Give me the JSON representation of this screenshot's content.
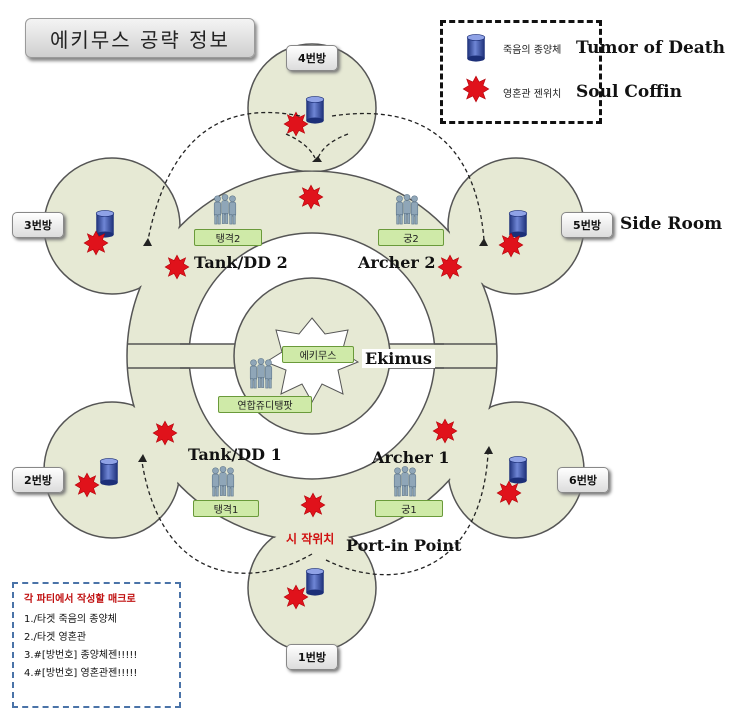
{
  "title": "에키무스 공략 정보",
  "legend": {
    "tumor_ko": "죽음의 종양체",
    "tumor_en": "Tumor of Death",
    "coffin_ko": "영혼관 젠위치",
    "coffin_en": "Soul Coffin"
  },
  "rooms": {
    "room1": "1번방",
    "room2": "2번방",
    "room3": "3번방",
    "room4": "4번방",
    "room5": "5번방",
    "room6": "6번방",
    "side_room": "Side Room"
  },
  "parties": {
    "tank2": "탱격2",
    "archer2": "궁2",
    "tank1": "탱격1",
    "archer1": "궁1",
    "boss": "에키무스",
    "union": "연합쥬디탱팟"
  },
  "labels": {
    "tank_dd2": "Tank/DD 2",
    "archer2": "Archer 2",
    "tank_dd1": "Tank/DD 1",
    "archer1": "Archer 1",
    "ekimus": "Ekimus",
    "start_ko": "시 작위치",
    "portin": "Port-in Point"
  },
  "macro": {
    "title": "각 파티에서 작성할 매크로",
    "lines": [
      "1./타겟 죽음의 종양체",
      "2./타겟 영혼관",
      "3.#[방번호] 종양체젠!!!!!",
      "4.#[방번호] 영혼관젠!!!!!"
    ]
  },
  "colors": {
    "floor": "#e6e9d4",
    "floor_stroke": "#555555",
    "tumor": "#2a3f8f",
    "coffin": "#e0121b",
    "party_tag": "#cfeaa8"
  }
}
